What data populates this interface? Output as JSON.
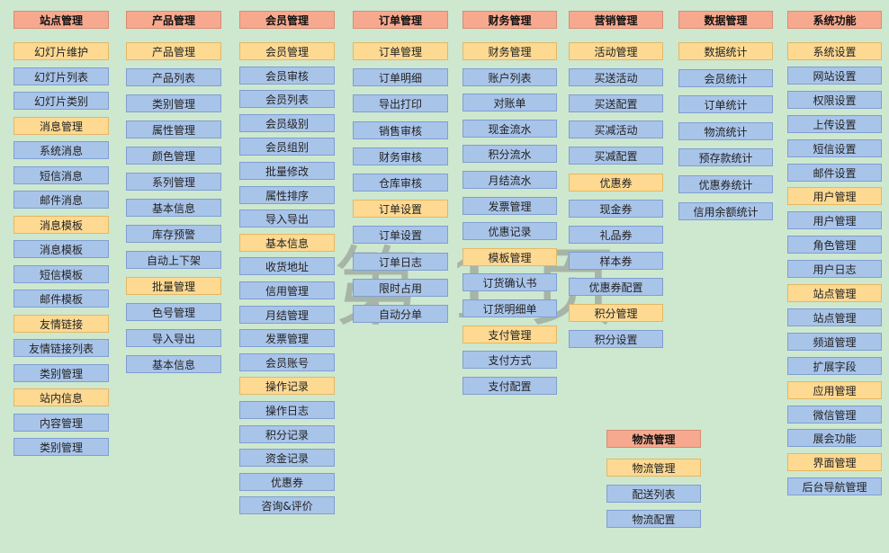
{
  "watermark": "第 1 页",
  "colors": {
    "header": "#f7a98f",
    "group": "#fdd992",
    "item": "#a9c4e9",
    "background": "#cde8cf"
  },
  "columns": [
    {
      "id": "site",
      "title": "站点管理",
      "items": [
        {
          "label": "幻灯片维护",
          "kind": "group"
        },
        {
          "label": "幻灯片列表",
          "kind": "item"
        },
        {
          "label": "幻灯片类别",
          "kind": "item"
        },
        {
          "label": "消息管理",
          "kind": "group"
        },
        {
          "label": "系统消息",
          "kind": "item"
        },
        {
          "label": "短信消息",
          "kind": "item"
        },
        {
          "label": "邮件消息",
          "kind": "item"
        },
        {
          "label": "消息模板",
          "kind": "group"
        },
        {
          "label": "消息模板",
          "kind": "item"
        },
        {
          "label": "短信模板",
          "kind": "item"
        },
        {
          "label": "邮件模板",
          "kind": "item"
        },
        {
          "label": "友情链接",
          "kind": "group"
        },
        {
          "label": "友情链接列表",
          "kind": "item"
        },
        {
          "label": "类别管理",
          "kind": "item"
        },
        {
          "label": "站内信息",
          "kind": "group"
        },
        {
          "label": "内容管理",
          "kind": "item"
        },
        {
          "label": "类别管理",
          "kind": "item"
        }
      ]
    },
    {
      "id": "product",
      "title": "产品管理",
      "items": [
        {
          "label": "产品管理",
          "kind": "group"
        },
        {
          "label": "产品列表",
          "kind": "item"
        },
        {
          "label": "类别管理",
          "kind": "item"
        },
        {
          "label": "属性管理",
          "kind": "item"
        },
        {
          "label": "颜色管理",
          "kind": "item"
        },
        {
          "label": "系列管理",
          "kind": "item"
        },
        {
          "label": "基本信息",
          "kind": "item"
        },
        {
          "label": "库存预警",
          "kind": "item"
        },
        {
          "label": "自动上下架",
          "kind": "item"
        },
        {
          "label": "批量管理",
          "kind": "group"
        },
        {
          "label": "色号管理",
          "kind": "item"
        },
        {
          "label": "导入导出",
          "kind": "item"
        },
        {
          "label": "基本信息",
          "kind": "item"
        }
      ]
    },
    {
      "id": "member",
      "title": "会员管理",
      "items": [
        {
          "label": "会员管理",
          "kind": "group"
        },
        {
          "label": "会员审核",
          "kind": "item"
        },
        {
          "label": "会员列表",
          "kind": "item"
        },
        {
          "label": "会员级别",
          "kind": "item"
        },
        {
          "label": "会员组别",
          "kind": "item"
        },
        {
          "label": "批量修改",
          "kind": "item"
        },
        {
          "label": "属性排序",
          "kind": "item"
        },
        {
          "label": "导入导出",
          "kind": "item"
        },
        {
          "label": "基本信息",
          "kind": "group"
        },
        {
          "label": "收货地址",
          "kind": "item"
        },
        {
          "label": "信用管理",
          "kind": "item"
        },
        {
          "label": "月结管理",
          "kind": "item"
        },
        {
          "label": "发票管理",
          "kind": "item"
        },
        {
          "label": "会员账号",
          "kind": "item"
        },
        {
          "label": "操作记录",
          "kind": "group"
        },
        {
          "label": "操作日志",
          "kind": "item"
        },
        {
          "label": "积分记录",
          "kind": "item"
        },
        {
          "label": "资金记录",
          "kind": "item"
        },
        {
          "label": "优惠券",
          "kind": "item"
        },
        {
          "label": "咨询&评价",
          "kind": "item"
        }
      ]
    },
    {
      "id": "order",
      "title": "订单管理",
      "items": [
        {
          "label": "订单管理",
          "kind": "group"
        },
        {
          "label": "订单明细",
          "kind": "item"
        },
        {
          "label": "导出打印",
          "kind": "item"
        },
        {
          "label": "销售审核",
          "kind": "item"
        },
        {
          "label": "财务审核",
          "kind": "item"
        },
        {
          "label": "仓库审核",
          "kind": "item"
        },
        {
          "label": "订单设置",
          "kind": "group"
        },
        {
          "label": "订单设置",
          "kind": "item"
        },
        {
          "label": "订单日志",
          "kind": "item"
        },
        {
          "label": "限时占用",
          "kind": "item"
        },
        {
          "label": "自动分单",
          "kind": "item"
        }
      ]
    },
    {
      "id": "finance",
      "title": "财务管理",
      "items": [
        {
          "label": "财务管理",
          "kind": "group"
        },
        {
          "label": "账户列表",
          "kind": "item"
        },
        {
          "label": "对账单",
          "kind": "item"
        },
        {
          "label": "现金流水",
          "kind": "item"
        },
        {
          "label": "积分流水",
          "kind": "item"
        },
        {
          "label": "月结流水",
          "kind": "item"
        },
        {
          "label": "发票管理",
          "kind": "item"
        },
        {
          "label": "优惠记录",
          "kind": "item"
        },
        {
          "label": "模板管理",
          "kind": "group"
        },
        {
          "label": "订货确认书",
          "kind": "item"
        },
        {
          "label": "订货明细单",
          "kind": "item"
        },
        {
          "label": "支付管理",
          "kind": "group"
        },
        {
          "label": "支付方式",
          "kind": "item"
        },
        {
          "label": "支付配置",
          "kind": "item"
        }
      ]
    },
    {
      "id": "marketing",
      "title": "营销管理",
      "items": [
        {
          "label": "活动管理",
          "kind": "group"
        },
        {
          "label": "买送活动",
          "kind": "item"
        },
        {
          "label": "买送配置",
          "kind": "item"
        },
        {
          "label": "买减活动",
          "kind": "item"
        },
        {
          "label": "买减配置",
          "kind": "item"
        },
        {
          "label": "优惠券",
          "kind": "group"
        },
        {
          "label": "现金券",
          "kind": "item"
        },
        {
          "label": "礼品券",
          "kind": "item"
        },
        {
          "label": "样本券",
          "kind": "item"
        },
        {
          "label": "优惠券配置",
          "kind": "item"
        },
        {
          "label": "积分管理",
          "kind": "group"
        },
        {
          "label": "积分设置",
          "kind": "item"
        }
      ]
    },
    {
      "id": "data",
      "title": "数据管理",
      "items": [
        {
          "label": "数据统计",
          "kind": "group"
        },
        {
          "label": "会员统计",
          "kind": "item"
        },
        {
          "label": "订单统计",
          "kind": "item"
        },
        {
          "label": "物流统计",
          "kind": "item"
        },
        {
          "label": "预存款统计",
          "kind": "item"
        },
        {
          "label": "优惠券统计",
          "kind": "item"
        },
        {
          "label": "信用余额统计",
          "kind": "item"
        }
      ]
    },
    {
      "id": "system",
      "title": "系统功能",
      "items": [
        {
          "label": "系统设置",
          "kind": "group"
        },
        {
          "label": "网站设置",
          "kind": "item"
        },
        {
          "label": "权限设置",
          "kind": "item"
        },
        {
          "label": "上传设置",
          "kind": "item"
        },
        {
          "label": "短信设置",
          "kind": "item"
        },
        {
          "label": "邮件设置",
          "kind": "item"
        },
        {
          "label": "用户管理",
          "kind": "group"
        },
        {
          "label": "用户管理",
          "kind": "item"
        },
        {
          "label": "角色管理",
          "kind": "item"
        },
        {
          "label": "用户日志",
          "kind": "item"
        },
        {
          "label": "站点管理",
          "kind": "group"
        },
        {
          "label": "站点管理",
          "kind": "item"
        },
        {
          "label": "频道管理",
          "kind": "item"
        },
        {
          "label": "扩展字段",
          "kind": "item"
        },
        {
          "label": "应用管理",
          "kind": "group"
        },
        {
          "label": "微信管理",
          "kind": "item"
        },
        {
          "label": "展会功能",
          "kind": "item"
        },
        {
          "label": "界面管理",
          "kind": "group"
        },
        {
          "label": "后台导航管理",
          "kind": "item"
        }
      ]
    },
    {
      "id": "logistics",
      "title": "物流管理",
      "items": [
        {
          "label": "物流管理",
          "kind": "group"
        },
        {
          "label": "配送列表",
          "kind": "item"
        },
        {
          "label": "物流配置",
          "kind": "item"
        }
      ]
    }
  ]
}
